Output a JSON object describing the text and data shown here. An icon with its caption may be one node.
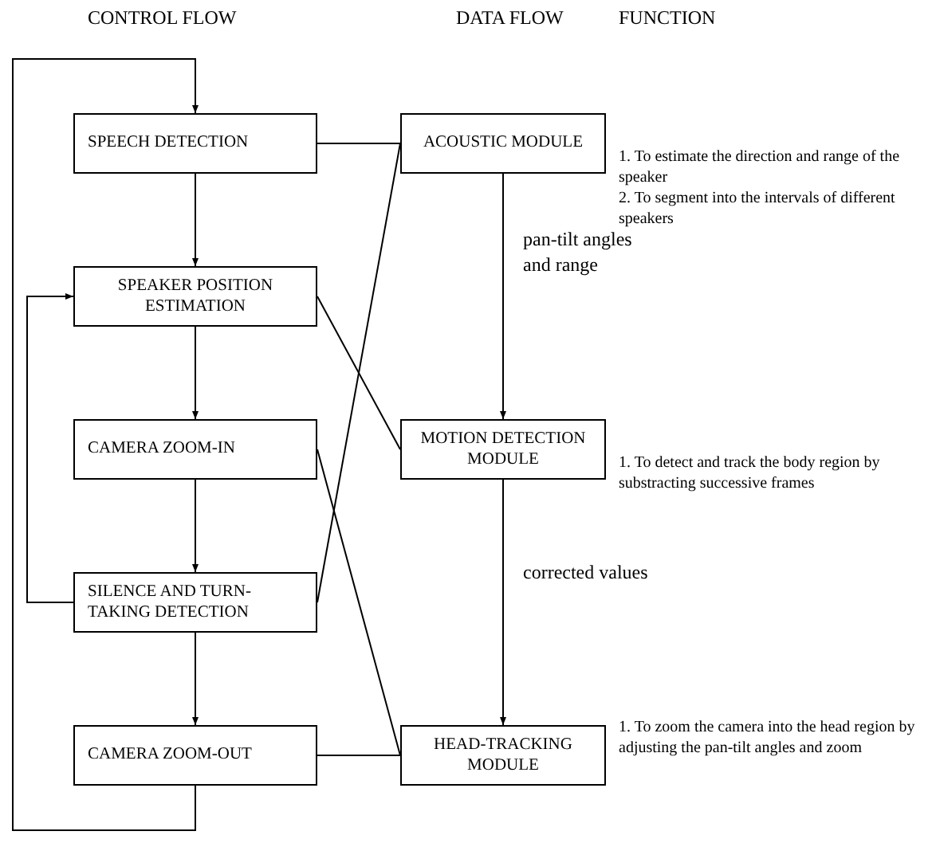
{
  "diagram": {
    "nodes": [
      {
        "text": [
          "SPEECH DETECTION"
        ]
      },
      {
        "text": [
          "ACOUSTIC MODULE"
        ],
        "beside": [
          "1. To estimate the direction and range of the speaker",
          "2. To segment into the intervals of different speakers"
        ]
      },
      {
        "text": [
          "SPEAKER POSITION ESTIMATION"
        ]
      },
      {
        "text": [
          "CAMERA ZOOM-IN"
        ]
      },
      {
        "text": [
          "MOTION DETECTION MODULE"
        ],
        "beside": [
          "1. To detect and track the body region by substracting successive frames"
        ]
      },
      {
        "text": [
          "SILENCE AND TURN-TAKING DETECTION"
        ]
      },
      {
        "text": [
          "CAMERA ZOOM-OUT"
        ]
      },
      {
        "text": [
          "HEAD-TRACKING MODULE"
        ],
        "beside": [
          "1. To zoom the camera into the head region by adjusting the pan-tilt angles and zoom"
        ]
      }
    ],
    "edges": [
      {
        "from": 0,
        "to": 2,
        "arrow": "to"
      },
      {
        "from": 2,
        "to": 3,
        "arrow": "to"
      },
      {
        "from": 3,
        "to": 5,
        "arrow": "to"
      },
      {
        "from": 5,
        "to": 6,
        "arrow": "to"
      },
      {
        "from": 6,
        "to": 0,
        "arrow": "to"
      },
      {
        "from": 5,
        "to": 2,
        "arrow": "to"
      },
      {
        "from": 0,
        "to": 1,
        "arrow": "none"
      },
      {
        "from": 5,
        "to": 1,
        "arrow": "none"
      },
      {
        "from": 2,
        "to": 4,
        "arrow": "none"
      },
      {
        "from": 3,
        "to": 7,
        "arrow": "none"
      },
      {
        "from": 6,
        "to": 7,
        "arrow": "none"
      },
      {
        "from": 1,
        "to": 4,
        "arrow": "to",
        "label": "pan-tilt angles and range"
      },
      {
        "from": 4,
        "to": 7,
        "arrow": "to",
        "label": "corrected values"
      }
    ],
    "labels": [
      "CONTROL FLOW",
      "DATA FLOW",
      "FUNCTION"
    ]
  }
}
